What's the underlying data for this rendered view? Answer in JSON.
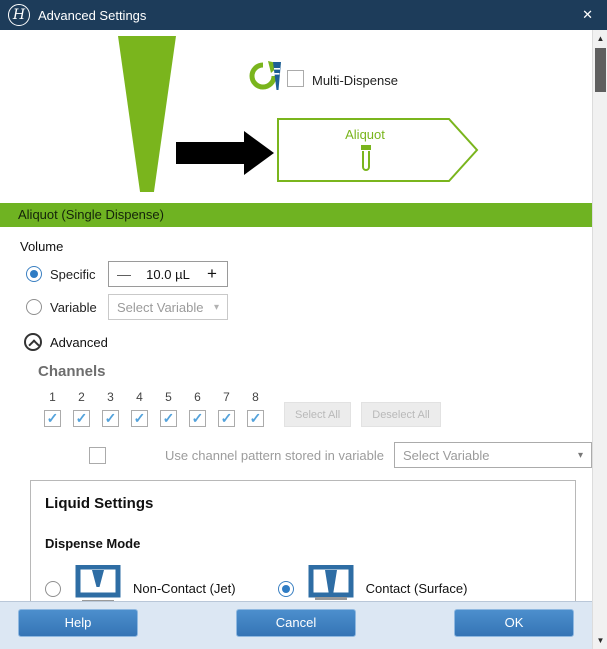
{
  "window": {
    "title": "Advanced Settings"
  },
  "icons": {
    "close": "✕",
    "logo": "H",
    "caret": "▾",
    "check": "✓",
    "minus": "—",
    "plus": "+",
    "scroll_up": "▲",
    "scroll_down": "▼"
  },
  "flow": {
    "multi_dispense_label": "Multi-Dispense",
    "multi_dispense_checked": false,
    "banner_label": "Aliquot"
  },
  "section_bar": {
    "title": "Aliquot (Single Dispense)"
  },
  "volume": {
    "heading": "Volume",
    "specific_label": "Specific",
    "specific_selected": true,
    "stepper_value": "10.0 µL",
    "variable_label": "Variable",
    "variable_selected": false,
    "variable_placeholder": "Select Variable"
  },
  "advanced": {
    "label": "Advanced",
    "expanded": true
  },
  "channels": {
    "heading": "Channels",
    "items": [
      {
        "number": "1",
        "checked": true
      },
      {
        "number": "2",
        "checked": true
      },
      {
        "number": "3",
        "checked": true
      },
      {
        "number": "4",
        "checked": true
      },
      {
        "number": "5",
        "checked": true
      },
      {
        "number": "6",
        "checked": true
      },
      {
        "number": "7",
        "checked": true
      },
      {
        "number": "8",
        "checked": true
      }
    ],
    "select_all_label": "Select All",
    "deselect_all_label": "Deselect All",
    "buttons_enabled": false,
    "pattern_checkbox_label": "Use channel pattern stored in variable",
    "pattern_checked": false,
    "pattern_placeholder": "Select Variable"
  },
  "liquid": {
    "heading": "Liquid Settings",
    "dispense_mode_heading": "Dispense Mode",
    "modes": [
      {
        "label": "Non-Contact (Jet)",
        "selected": false
      },
      {
        "label": "Contact (Surface)",
        "selected": true
      }
    ]
  },
  "footer": {
    "help_label": "Help",
    "cancel_label": "Cancel",
    "ok_label": "OK"
  },
  "colors": {
    "green": "#7ab51d",
    "accent_blue": "#3b80c2",
    "titlebar": "#1d3c5a",
    "footer_bar": "#dce7f3"
  }
}
